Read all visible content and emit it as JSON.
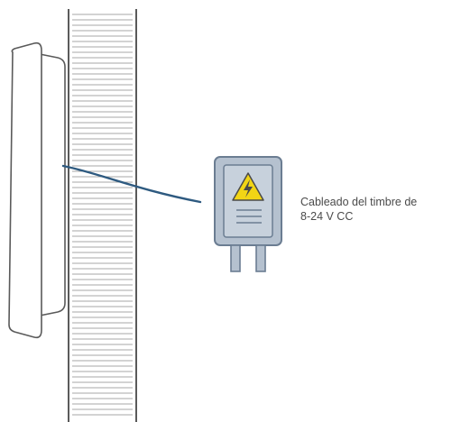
{
  "caption": {
    "line1": "Cableado del timbre de",
    "line2": "8-24 V CC"
  },
  "icons": {
    "device": "doorbell-camera-device",
    "transformer": "power-transformer-icon",
    "warning": "high-voltage-warning-icon"
  },
  "colors": {
    "outline": "#5a5a5a",
    "wire": "#2e5a80",
    "transformer_body": "#b5c1cf",
    "transformer_frame": "#6b7d92",
    "warning": "#f2d515"
  }
}
